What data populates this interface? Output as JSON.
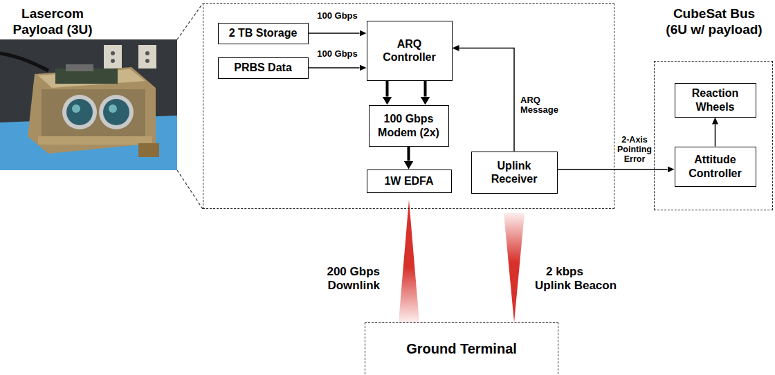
{
  "diagram": {
    "nodes": [
      {
        "text": [
          "Lasercom Payload (3U)"
        ]
      },
      {
        "text": [
          "2 TB Storage"
        ],
        "in": 0
      },
      {
        "text": [
          "PRBS Data"
        ],
        "in": 0
      },
      {
        "text": [
          "ARQ Controller"
        ],
        "in": 0
      },
      {
        "text": [
          "100 Gbps Modem (2x)"
        ],
        "in": 0
      },
      {
        "text": [
          "1W EDFA"
        ],
        "in": 0
      },
      {
        "text": [
          "Uplink Receiver"
        ],
        "in": 0
      },
      {
        "text": [
          "CubeSat Bus (6U w/ payload)"
        ]
      },
      {
        "text": [
          "Reaction Wheels"
        ],
        "in": 7
      },
      {
        "text": [
          "Attitude Controller"
        ],
        "in": 7
      },
      {
        "text": [
          "Ground Terminal"
        ]
      }
    ],
    "edges": [
      {
        "from": 1,
        "to": 3,
        "label": "100 Gbps",
        "arrow": "to"
      },
      {
        "from": 2,
        "to": 3,
        "label": "100 Gbps",
        "arrow": "to"
      },
      {
        "from": 3,
        "to": 4,
        "arrow": "to"
      },
      {
        "from": 3,
        "to": 4,
        "arrow": "to"
      },
      {
        "from": 4,
        "to": 5,
        "arrow": "to"
      },
      {
        "from": 6,
        "to": 3,
        "label": "ARQ Message",
        "arrow": "to"
      },
      {
        "from": 6,
        "to": 9,
        "label": "2-Axis Pointing Error",
        "arrow": "to"
      },
      {
        "from": 9,
        "to": 8,
        "arrow": "to"
      },
      {
        "from": 5,
        "to": 10,
        "label": "200 Gbps Downlink",
        "arrow": "none"
      },
      {
        "from": 10,
        "to": 6,
        "label": "2 kbps Uplink Beacon",
        "arrow": "none"
      }
    ]
  }
}
